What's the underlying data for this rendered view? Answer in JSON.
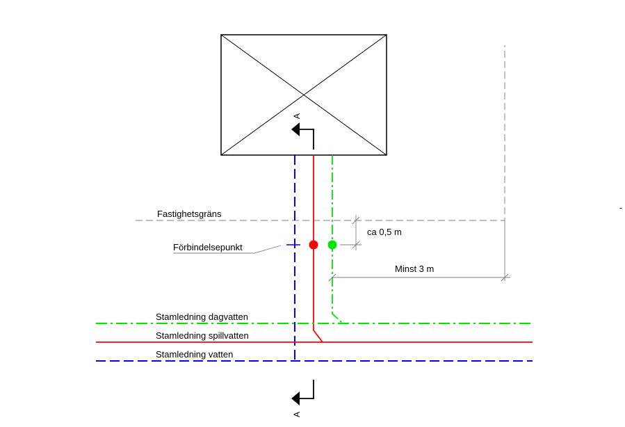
{
  "labels": {
    "property_boundary": "Fastighetsgräns",
    "connection_point": "Förbindelsepunkt",
    "distance_to_boundary": "ca 0,5 m",
    "min_distance": "Minst 3 m",
    "main_storm": "Stamledning dagvatten",
    "main_waste": "Stamledning spillvatten",
    "main_water": "Stamledning vatten",
    "section_marker": "A",
    "stray_mark": "-"
  },
  "colors": {
    "water": "#0000ff",
    "wastewater": "#ff0000",
    "stormwater": "#00e600",
    "boundary": "#999999",
    "dimension": "#808080",
    "outline": "#000000"
  }
}
